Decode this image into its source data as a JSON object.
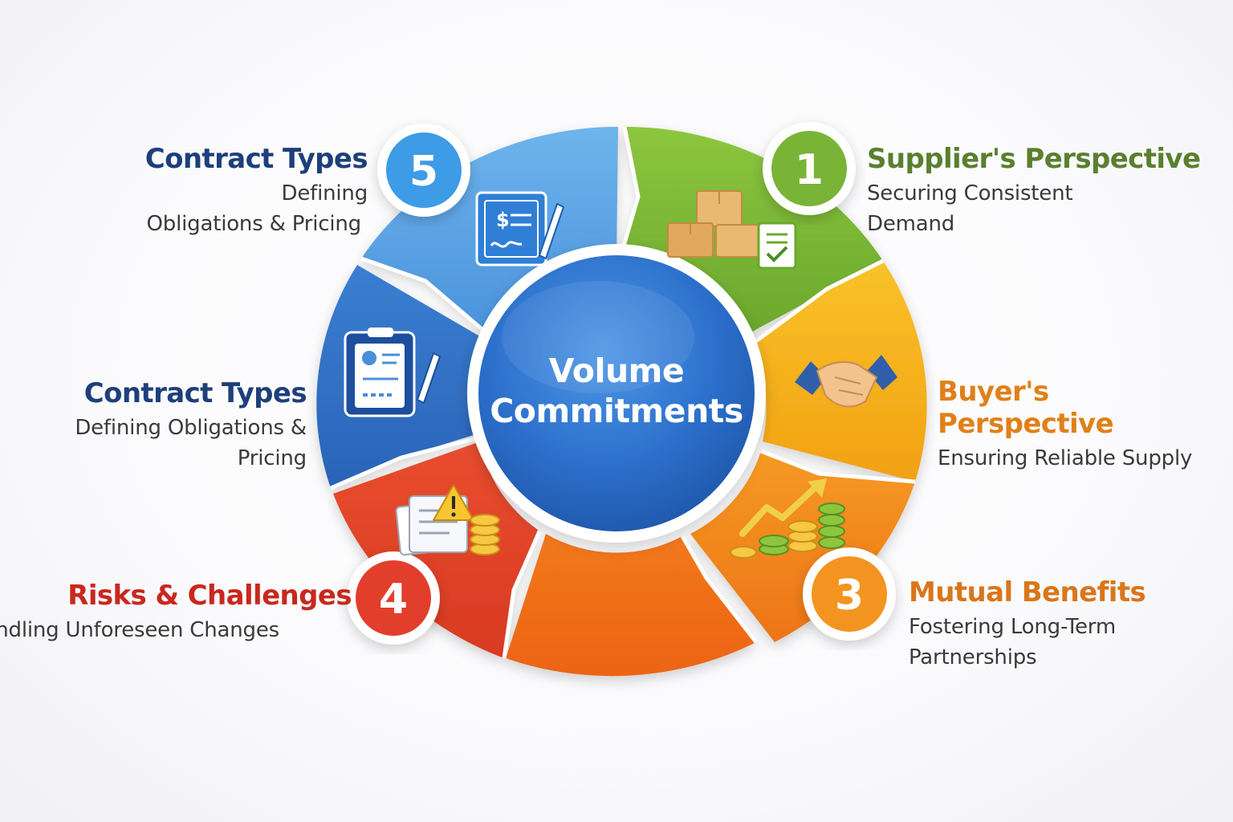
{
  "center": {
    "line1": "Volume",
    "line2": "Commitments"
  },
  "colors": {
    "green": "#7dbb35",
    "yellow": "#f6b21b",
    "orange": "#f07b1c",
    "red": "#e2432e",
    "blue": "#2f72c4",
    "lightblue": "#5aa6e6",
    "center": "#2b6fcb"
  },
  "items": [
    {
      "number": "1",
      "title": "Supplier's Perspective",
      "desc": [
        "Securing Consistent",
        "Demand"
      ],
      "title_color": "#5a7f2e",
      "icon": "boxes-icon"
    },
    {
      "number": "",
      "title": "Buyer's Perspective",
      "desc": [
        "Ensuring Reliable Supply"
      ],
      "title_color": "#e0801a",
      "icon": "handshake-icon"
    },
    {
      "number": "3",
      "title": "Mutual Benefits",
      "desc": [
        "Fostering Long-Term",
        "Partnerships"
      ],
      "title_color": "#d9761b",
      "icon": "growth-coins-icon"
    },
    {
      "number": "4",
      "title": "Risks & Challenges",
      "desc": [
        "Handling Unforeseen Changes"
      ],
      "title_color": "#c8281e",
      "icon": "warning-document-icon"
    },
    {
      "number": "",
      "title": "Contract Types",
      "desc": [
        "Defining Obligations & Pricing"
      ],
      "title_color": "#1e3f7a",
      "icon": "clipboard-icon"
    },
    {
      "number": "5",
      "title": "Contract Types",
      "desc": [
        "Defining",
        "Obligations & Pricing"
      ],
      "title_color": "#1e3f7a",
      "icon": "contract-icon"
    }
  ]
}
